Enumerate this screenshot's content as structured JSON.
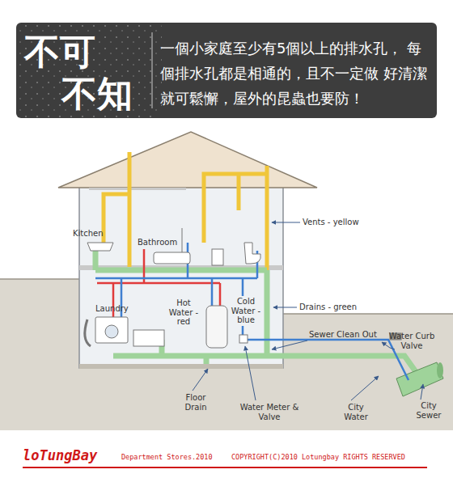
{
  "diagram": {
    "title": "不可 不知",
    "labels": [
      "一個小家庭至少有5個以上的排水孔， 每個排水孔都是相通的，且不一定做 好清潔就可鬆懈，屋外的昆蟲也要防！",
      "Kitchen",
      "Bathroom",
      "Laundry",
      "Hot Water - red",
      "Cold Water - blue",
      "Vents - yellow",
      "Drains - green",
      "Sewer Clean Out",
      "Water Curb Valve",
      "City Sewer",
      "Floor Drain",
      "Water Meter & Valve",
      "City Water",
      "loTungBay",
      "Department Stores.2010",
      "COPYRIGHT(C)2010 Lotungbay RIGHTS RESERVED"
    ]
  }
}
